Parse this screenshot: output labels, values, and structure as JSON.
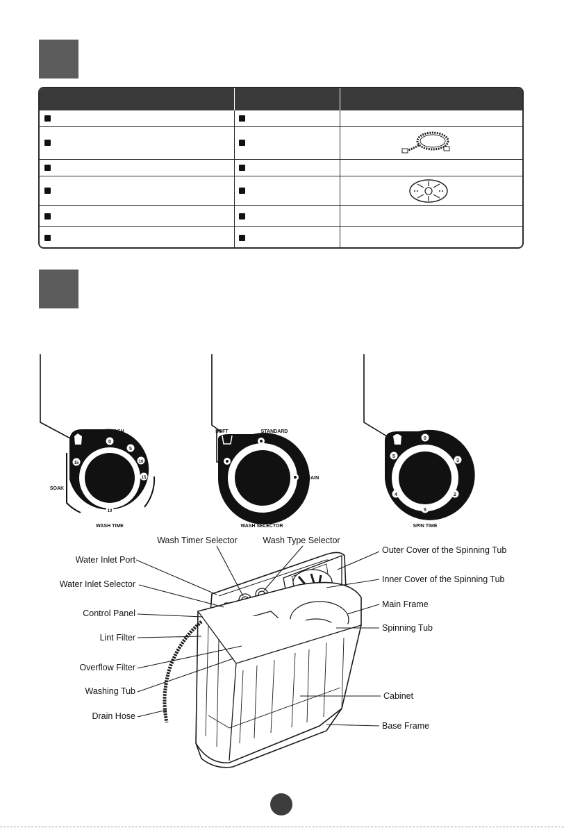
{
  "dials": {
    "wash_time": {
      "title": "WASH TIME",
      "top_label": "WASH",
      "side_label": "SOAK",
      "marks": [
        "0",
        "5",
        "10",
        "15",
        "15",
        "10"
      ]
    },
    "wash_selector": {
      "title": "WASH SELECTOR",
      "labels": [
        "SOFT",
        "STANDARD",
        "DRAIN"
      ]
    },
    "spin_time": {
      "title": "SPIN TIME",
      "marks": [
        "0",
        "3",
        "2",
        "5",
        "4",
        "5"
      ]
    }
  },
  "callouts": {
    "left": [
      "Water Inlet Port",
      "Water Inlet Selector",
      "Control Panel",
      "Lint Filter",
      "Overflow Filter",
      "Washing Tub",
      "Drain Hose"
    ],
    "top": [
      "Wash Timer Selector",
      "Wash Type Selector"
    ],
    "right": [
      "Outer Cover of the Spinning Tub",
      "Inner Cover of the Spinning Tub",
      "Main Frame",
      "Spinning Tub",
      "Cabinet",
      "Base Frame"
    ]
  },
  "colors": {
    "section_square": "#5c5c5c",
    "table_header": "#3a3a3a",
    "dial_ring": "#111111"
  },
  "icons": {
    "hose": "inlet-hose-icon",
    "cover": "drain-cover-icon",
    "wash_dial_symbol": "shirt-wash-icon",
    "selector_dial_symbol": "tub-icon",
    "spin_dial_symbol": "spin-icon"
  }
}
